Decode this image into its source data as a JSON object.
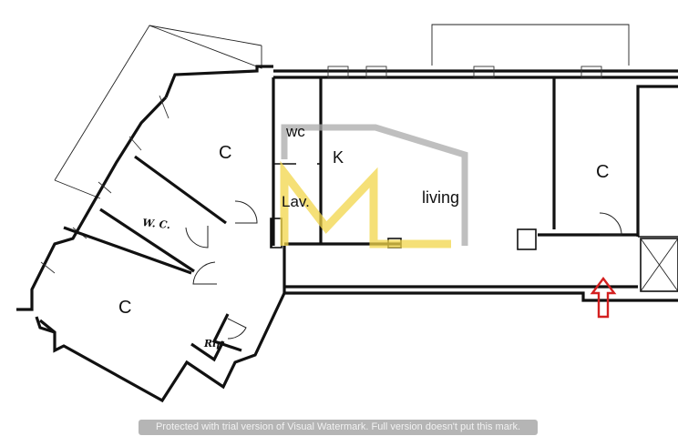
{
  "rooms": [
    {
      "id": "bedroom-top",
      "label": "C"
    },
    {
      "id": "bedroom-right",
      "label": "C"
    },
    {
      "id": "bedroom-bottom",
      "label": "C"
    },
    {
      "id": "wc-small",
      "label": "wc"
    },
    {
      "id": "wc-left",
      "label": "W. C."
    },
    {
      "id": "kitchen",
      "label": "K"
    },
    {
      "id": "laundry",
      "label": "Lav."
    },
    {
      "id": "living",
      "label": "living"
    },
    {
      "id": "storage",
      "label": "Rip"
    }
  ],
  "logo": {
    "text": "ML",
    "roof_color": "#a9a9a9",
    "letter_color": "#f2d64a"
  },
  "entrance_arrow": {
    "color": "#d42020"
  },
  "watermark": {
    "text": "Protected with trial version of Visual Watermark. Full version doesn't put this mark."
  }
}
